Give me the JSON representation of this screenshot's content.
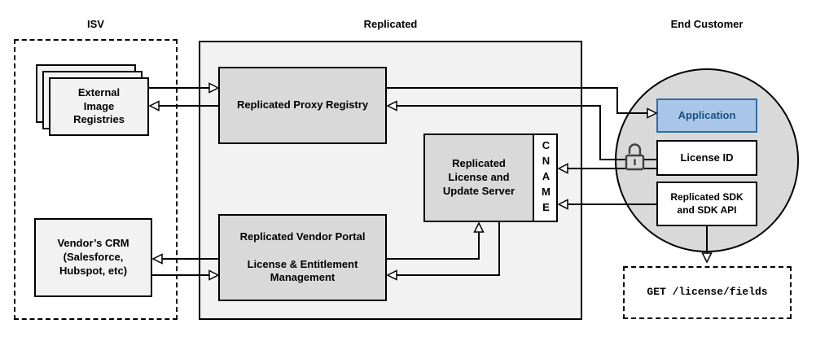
{
  "sections": {
    "isv": {
      "label": "ISV"
    },
    "replicated": {
      "label": "Replicated"
    },
    "end_customer": {
      "label": "End Customer"
    }
  },
  "nodes": {
    "registries": {
      "lines": [
        "External",
        "Image",
        "Registries"
      ]
    },
    "crm": {
      "lines": [
        "Vendor’s CRM",
        "(Salesforce,",
        "Hubspot, etc)"
      ]
    },
    "proxy": {
      "label": "Replicated Proxy Registry"
    },
    "server": {
      "lines": [
        "Replicated",
        "License and",
        "Update Server"
      ]
    },
    "cname": {
      "label": "CNAME"
    },
    "portal": {
      "title": "Replicated Vendor Portal",
      "subtitle": "License & Entitlement Management"
    },
    "application": {
      "label": "Application"
    },
    "license_id": {
      "label": "License ID"
    },
    "sdk": {
      "lines": [
        "Replicated SDK",
        "and SDK API"
      ]
    },
    "api_call": {
      "label": "GET /license/fields"
    }
  },
  "icons": {
    "lock": "open-lock-icon"
  },
  "colors": {
    "node_gray": "#d9d9d9",
    "container_gray": "#f2f2f2",
    "accent_blue_fill": "#a9c6e8",
    "accent_blue_border": "#2d6da8",
    "accent_blue_text": "#17527e",
    "line_black": "#000000",
    "white": "#ffffff"
  }
}
